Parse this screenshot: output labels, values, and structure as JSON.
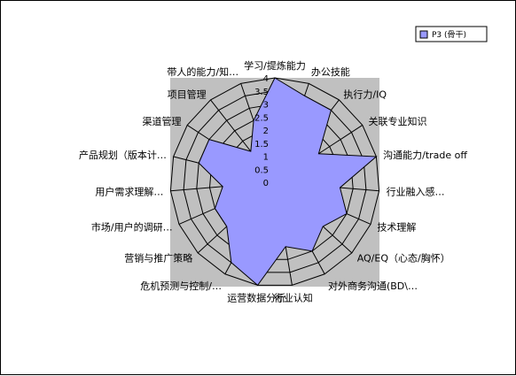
{
  "chart_data": {
    "type": "radar",
    "axes": [
      "学习/提炼能力",
      "办公技能",
      "执行力/IQ",
      "关联专业知识",
      "沟通能力/trade off",
      "行业融入感…",
      "技术理解",
      "AQ/EQ（心态/胸怀）",
      "对外商务沟通(BD\\…",
      "行业认知",
      "运营数据分析",
      "危机预测与控制/…",
      "营销与推广策略",
      "市场/用户的调研…",
      "用户需求理解…",
      "产品规划（版本计…",
      "渠道管理",
      "项目管理",
      "带人的能力/知…"
    ],
    "rmax": 4,
    "ticks": [
      "0",
      "0.5",
      "1",
      "1.5",
      "2",
      "2.5",
      "3",
      "3.5",
      "4"
    ],
    "tick_values": [
      0,
      0.5,
      1,
      1.5,
      2,
      2.5,
      3,
      3.5,
      4
    ],
    "series": [
      {
        "name": "P3 (骨干)",
        "values": [
          4,
          3.5,
          3.5,
          2,
          4,
          2.5,
          3,
          2.5,
          3,
          2.5,
          4,
          3.5,
          2.5,
          2.5,
          2,
          3,
          3,
          1.5,
          2.5
        ],
        "color": "#9999ff"
      }
    ],
    "plot_background": "#c0c0c0",
    "grid": true,
    "legend_position": "top-right"
  }
}
